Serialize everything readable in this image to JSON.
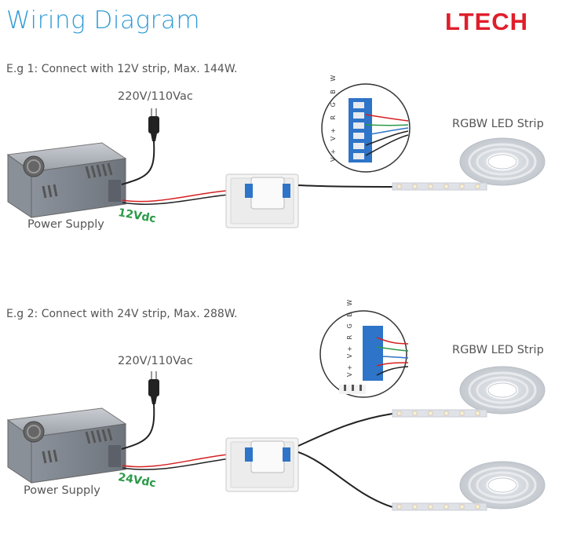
{
  "title": "Wiring Diagram",
  "brand": "LTECH",
  "example1": {
    "heading": "E.g 1: Connect with 12V strip, Max. 144W.",
    "mains": "220V/110Vac",
    "power_supply": "Power Supply",
    "voltage": "12Vdc",
    "strip": "RGBW LED Strip",
    "terminals": [
      "V+",
      "V+",
      "R",
      "G",
      "B",
      "W"
    ]
  },
  "example2": {
    "heading": "E.g 2: Connect with 24V strip, Max. 288W.",
    "mains": "220V/110Vac",
    "power_supply": "Power Supply",
    "voltage": "24Vdc",
    "strip": "RGBW LED Strip",
    "terminals": [
      "V+",
      "V+",
      "R",
      "G",
      "B",
      "W"
    ]
  },
  "colors": {
    "title": "#2f9bd6",
    "brand": "#e01e2b",
    "voltage": "#2b9a48",
    "terminal_block": "#2e74c8"
  }
}
